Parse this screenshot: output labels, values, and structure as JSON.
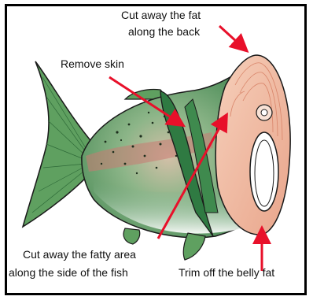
{
  "labels": {
    "fat_back_line1": "Cut away the fat",
    "fat_back_line2": "along the back",
    "remove_skin": "Remove skin",
    "fatty_side_line1": "Cut away the fatty area",
    "fatty_side_line2": "along the side of the fish",
    "belly_fat": "Trim off the belly fat"
  },
  "colors": {
    "arrow": "#e8102a",
    "fin_green": "#5fa060",
    "body_green": "#3f8a4e",
    "belly_white": "#eef4ee",
    "pink_stripe": "#c97a72",
    "flesh": "#f2c1a8",
    "flesh_ring": "#d9856a",
    "outline": "#1a1a1a"
  }
}
